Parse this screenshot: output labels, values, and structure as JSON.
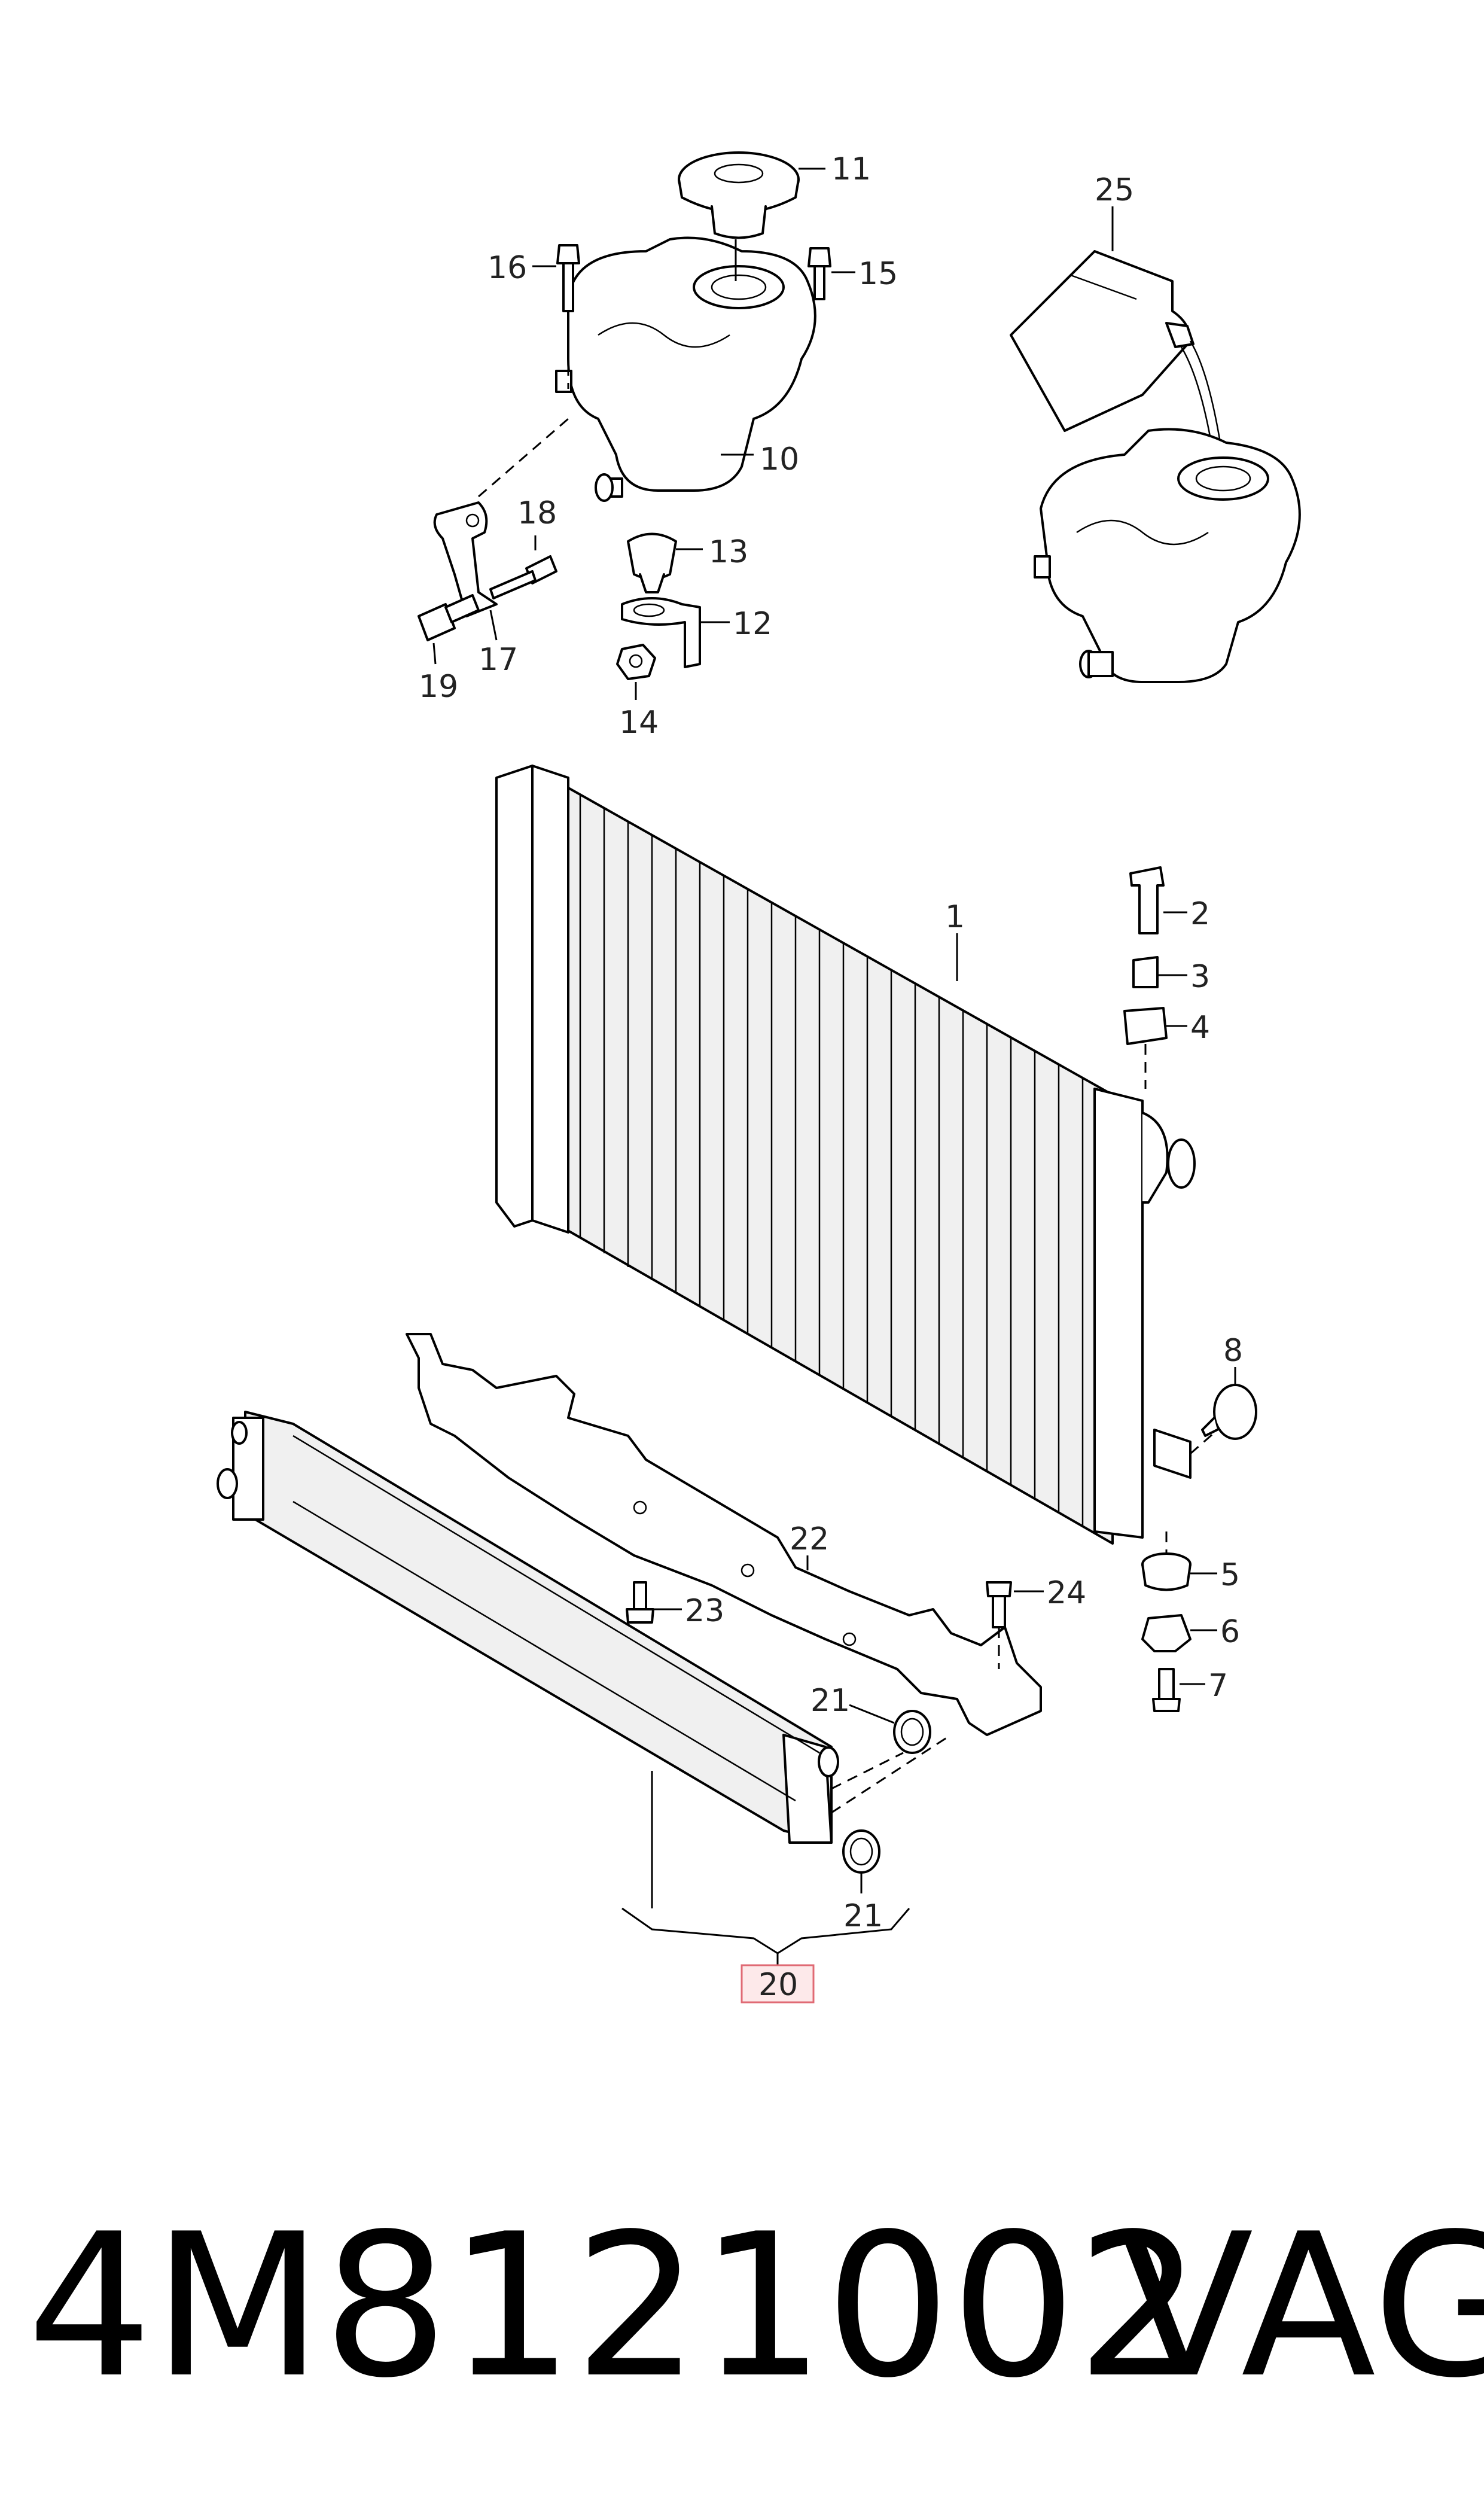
{
  "callouts": {
    "c1": "1",
    "c2": "2",
    "c3": "3",
    "c4": "4",
    "c5": "5",
    "c6": "6",
    "c7": "7",
    "c8": "8",
    "c10": "10",
    "c11": "11",
    "c12": "12",
    "c13": "13",
    "c14": "14",
    "c15": "15",
    "c16": "16",
    "c17": "17",
    "c18": "18",
    "c19": "19",
    "c20": "20",
    "c21a": "21",
    "c21b": "21",
    "c22": "22",
    "c23": "23",
    "c24": "24",
    "c25": "25"
  },
  "footer": {
    "part_number": "4M8121002",
    "brand": "VAG"
  },
  "colors": {
    "line": "#000000",
    "highlight_fill": "#fde9ea",
    "highlight_border": "#e06a74"
  }
}
